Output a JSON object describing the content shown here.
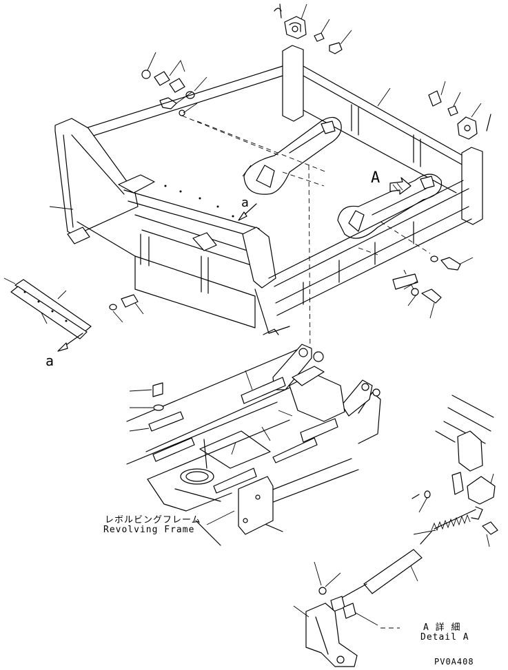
{
  "labels": {
    "detail_marker_letter": "A",
    "view_marker_a_upper": "a",
    "view_marker_a_lower": "a",
    "revolving_frame_jp": "レボルビングフレーム",
    "revolving_frame_en": "Revolving Frame",
    "detail_a_jp": "A 詳 細",
    "detail_a_en": "Detail A",
    "drawing_code": "PV0A408"
  },
  "icons": {
    "view_arrow": "arrow",
    "detail_arrow": "hatched-arrow"
  }
}
